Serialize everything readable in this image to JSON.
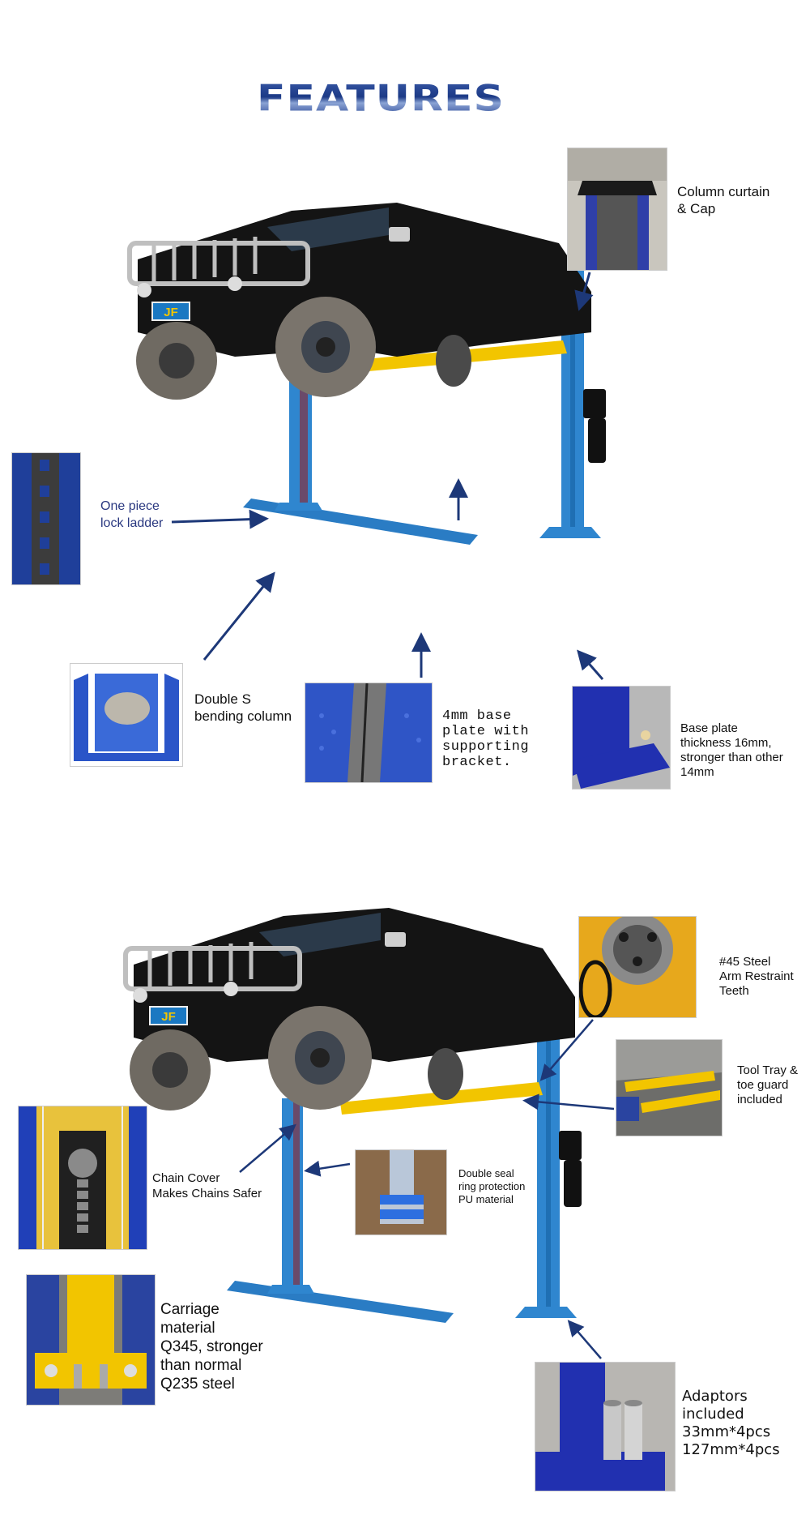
{
  "title": "FEATURES",
  "section1": {
    "column_curtain": "Column curtain\n& Cap",
    "lock_ladder": "One piece\nlock ladder",
    "double_s": "Double S\nbending column",
    "base_plate_4mm": "4mm base\nplate with\nsupporting\nbracket.",
    "base_plate_16mm": "Base plate\nthickness 16mm,\nstronger than other\n14mm",
    "plate_logo": "JF"
  },
  "section2": {
    "steel_teeth": "#45 Steel\nArm Restraint\nTeeth",
    "tool_tray": "Tool Tray &\ntoe guard\nincluded",
    "chain_cover": "Chain Cover\nMakes Chains Safer",
    "double_seal": "Double seal\nring protection\nPU material",
    "carriage": "Carriage\nmaterial\nQ345, stronger\nthan normal\nQ235 steel",
    "adaptors": "Adaptors\nincluded\n33mm*4pcs\n127mm*4pcs",
    "plate_logo": "JF"
  },
  "colors": {
    "column_blue": "#2f86cf",
    "arm_yellow": "#f2c500",
    "arrow_navy": "#1d3878",
    "vehicle_black": "#141414"
  }
}
